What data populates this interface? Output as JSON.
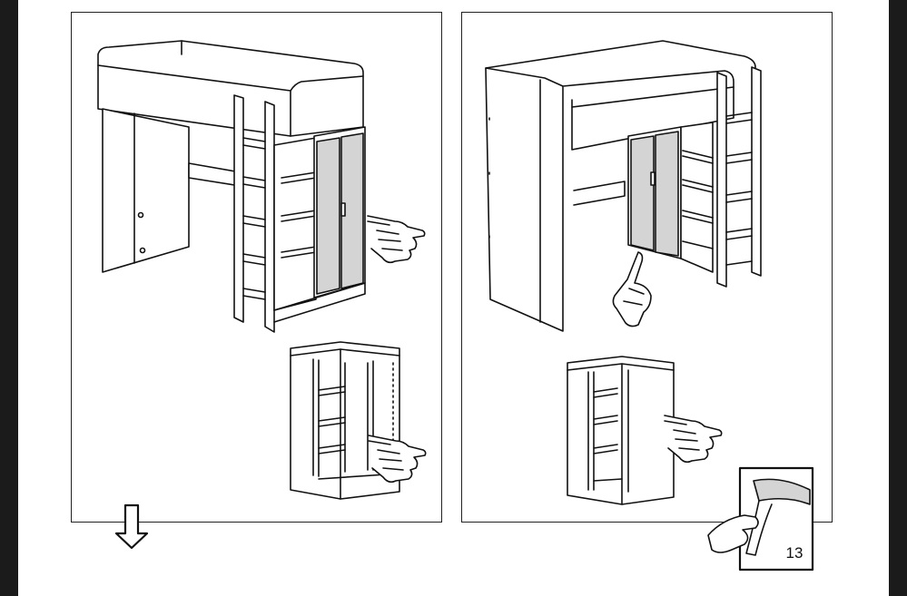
{
  "page": {
    "number": "13",
    "background_color": "#ffffff",
    "frame_color": "#1b1b1b",
    "door_fill_color": "#d4d4d4",
    "line_color": "#111111"
  },
  "steps": [
    {
      "panel": "left",
      "depicts": [
        "loft-bed-front-view-with-cabinet-doors",
        "cabinet-detail-inset"
      ],
      "icons": [
        "pointing-hand-icon",
        "pointing-hand-icon"
      ]
    },
    {
      "panel": "right",
      "depicts": [
        "loft-bed-rear-view-with-cabinet-doors",
        "cabinet-detail-inset"
      ],
      "icons": [
        "pointing-hand-icon",
        "pointing-hand-icon"
      ]
    }
  ],
  "navigation": {
    "icons": [
      "next-step-arrow-icon",
      "turn-page-icon"
    ]
  }
}
